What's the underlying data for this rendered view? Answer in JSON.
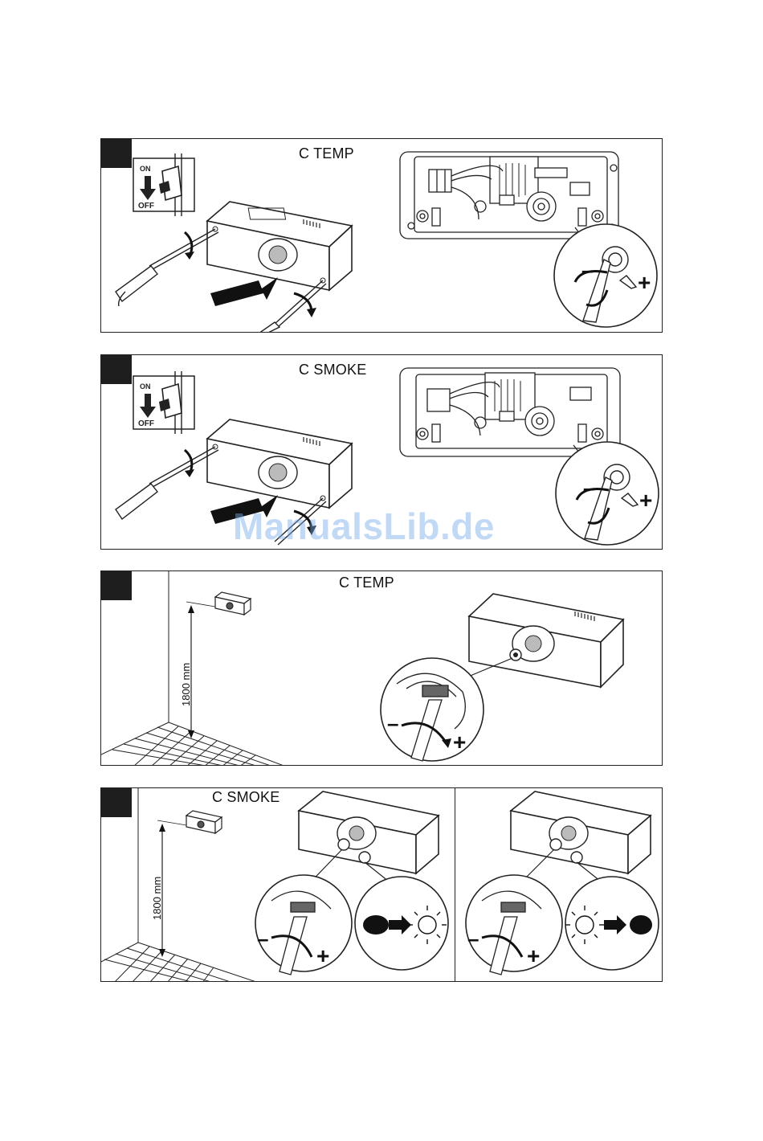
{
  "panels": [
    {
      "title": "C  TEMP",
      "switch_on": "ON",
      "switch_off": "OFF",
      "minus": "–",
      "plus": "+"
    },
    {
      "title": "C  SMOKE",
      "switch_on": "ON",
      "switch_off": "OFF",
      "minus": "–",
      "plus": "+"
    },
    {
      "title": "C TEMP",
      "height_label": "1800 mm",
      "minus": "–",
      "plus": "+"
    },
    {
      "title": "C SMOKE",
      "height_label": "1800 mm",
      "minus": "–",
      "plus": "+",
      "minus_2": "–",
      "plus_2": "+"
    }
  ],
  "watermark": "ManualsLib.de"
}
